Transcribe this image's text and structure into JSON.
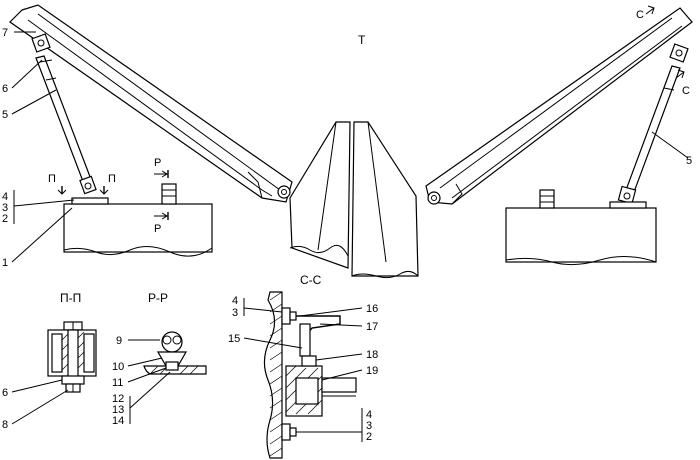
{
  "drawing": {
    "top_view_letter": "T",
    "section_labels": {
      "pp": "П-П",
      "rr": "Р-Р",
      "cc": "С-С"
    },
    "cut_markers": {
      "p_letter": "П",
      "r_letter": "Р",
      "c_letter": "С"
    },
    "callouts": {
      "n1": "1",
      "n2": "2",
      "n3": "3",
      "n4": "4",
      "n5": "5",
      "n6": "6",
      "n7": "7",
      "n8": "8",
      "n9": "9",
      "n10": "10",
      "n11": "11",
      "n12": "12",
      "n13": "13",
      "n14": "14",
      "n15": "15",
      "n16": "16",
      "n17": "17",
      "n18": "18",
      "n19": "19"
    }
  }
}
